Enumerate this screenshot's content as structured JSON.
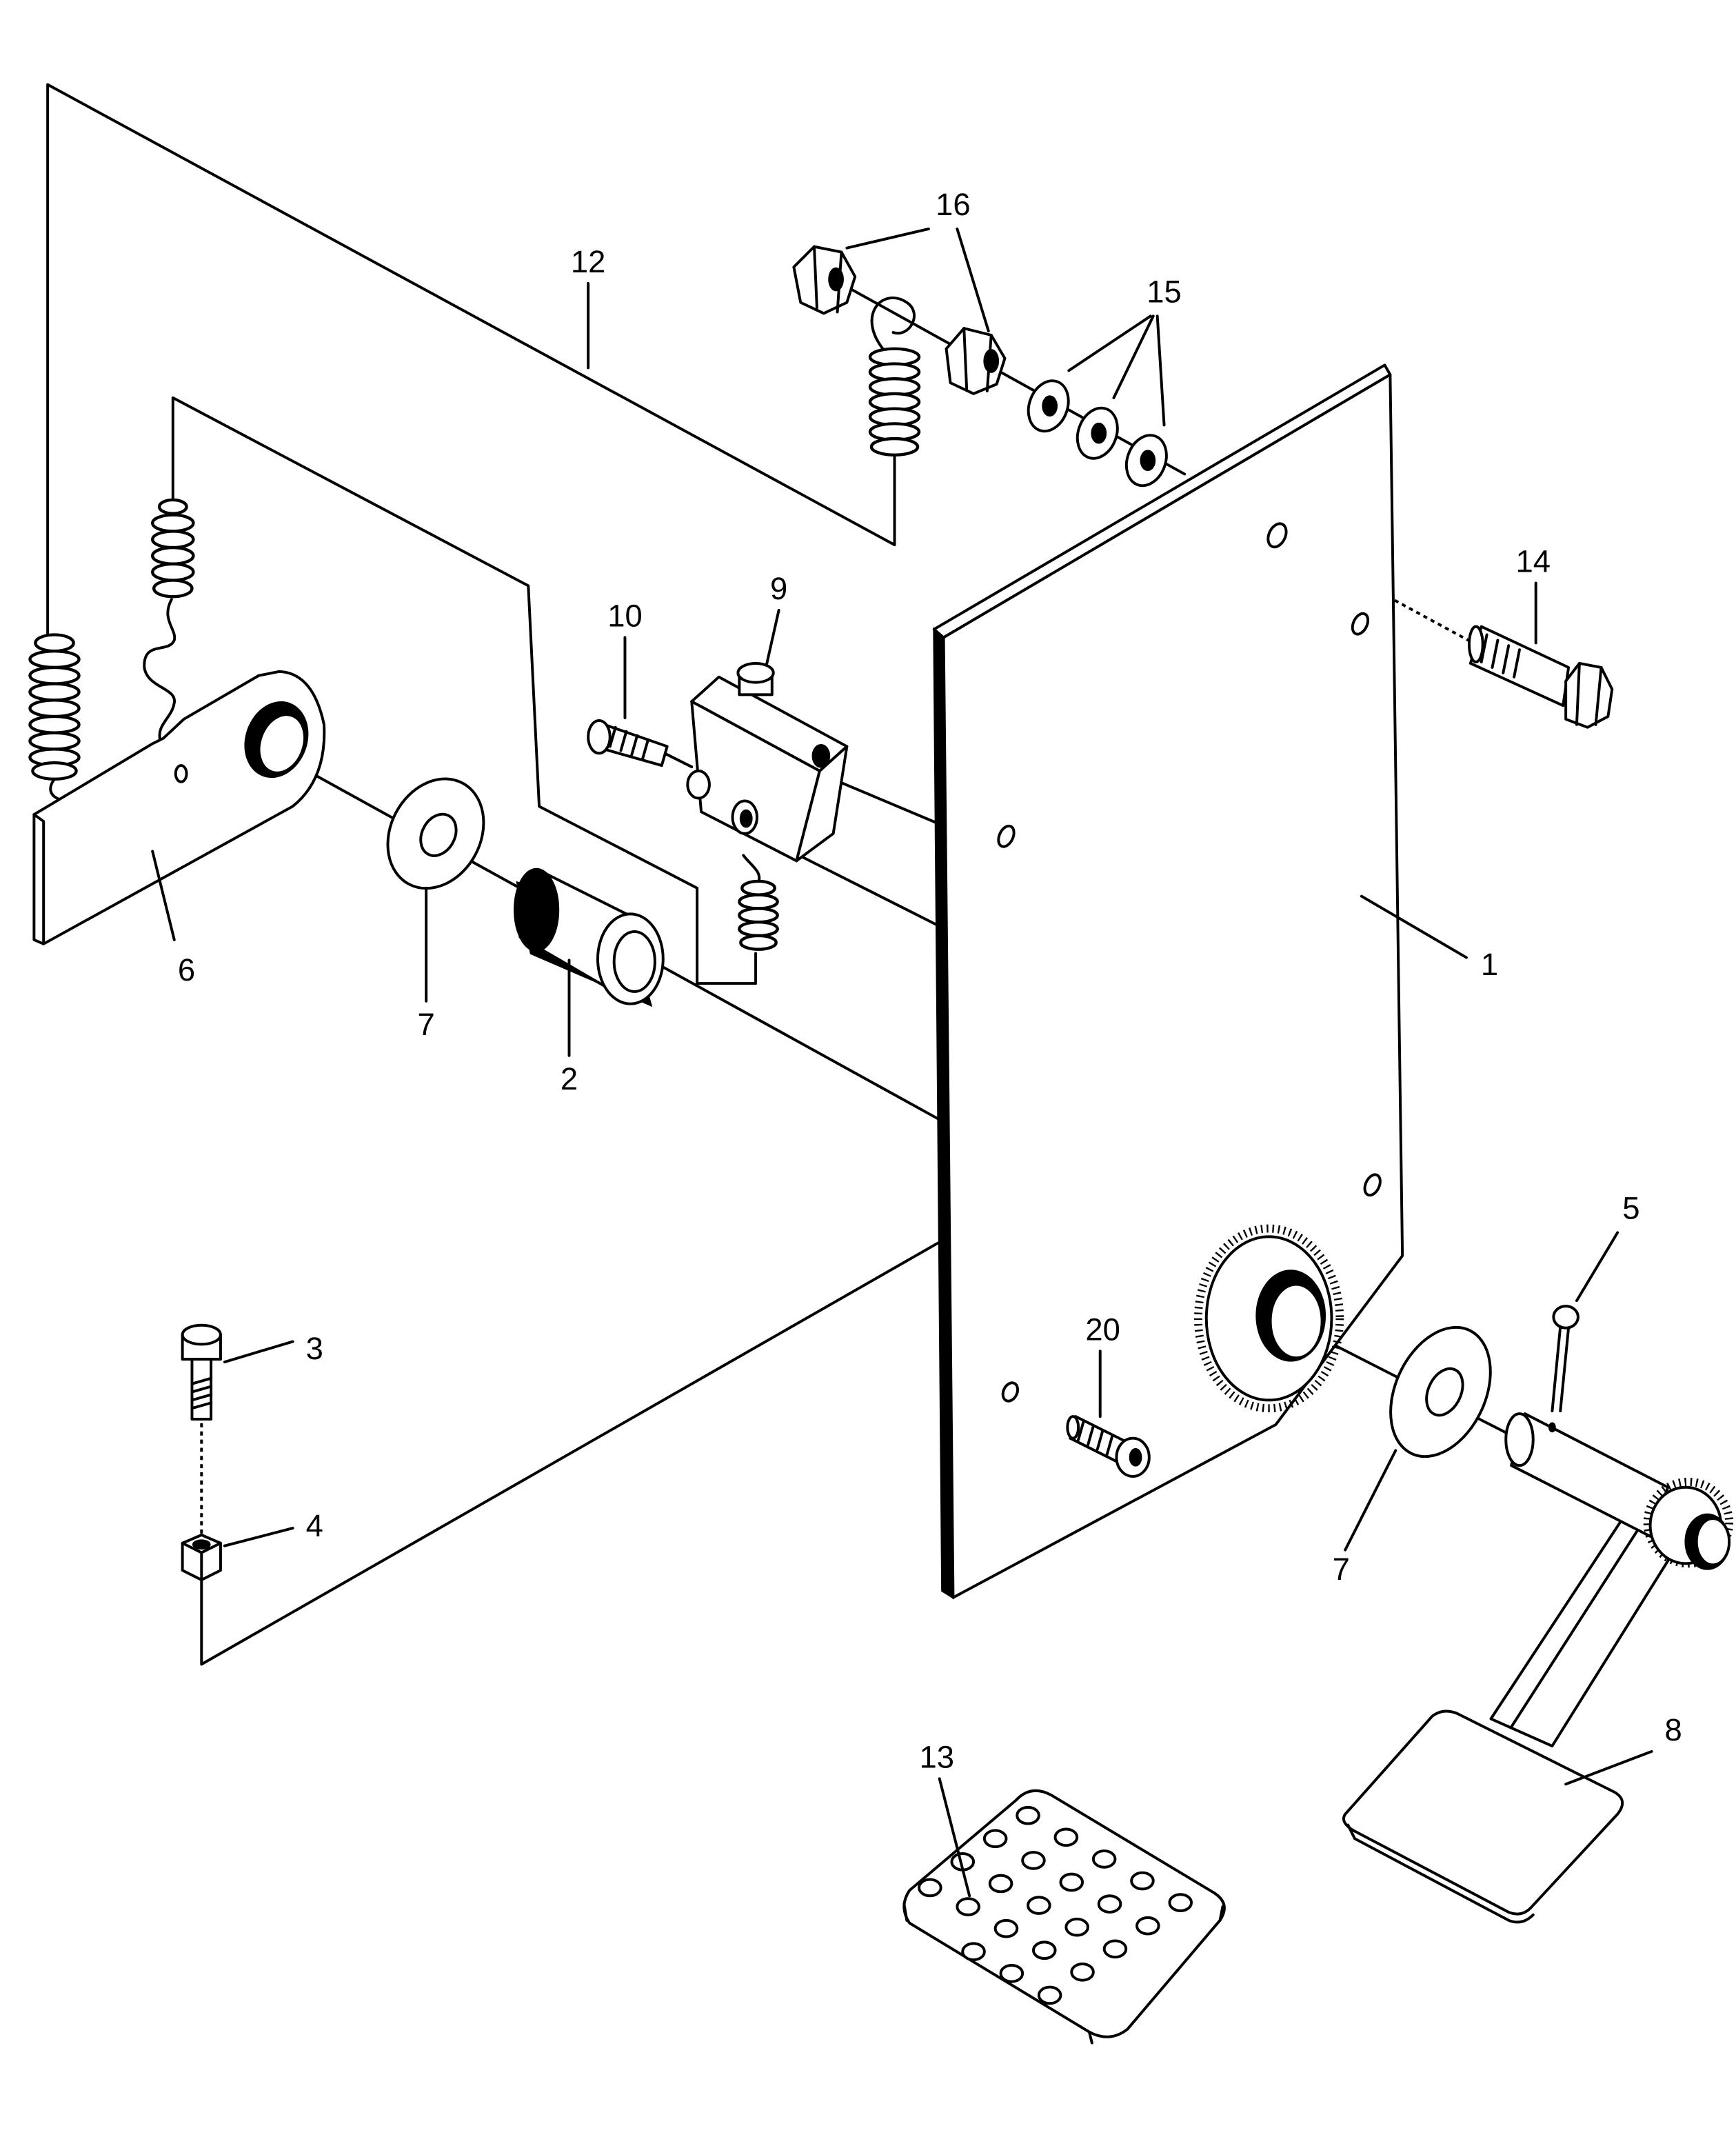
{
  "figure": {
    "callouts": {
      "plate": "1",
      "bushing": "2",
      "bolt": "3",
      "nut": "4",
      "cotter_pin": "5",
      "lever": "6",
      "washer_left": "7",
      "washer_right": "7",
      "pedal": "8",
      "switch": "9",
      "switch_screw": "10",
      "springs": "12",
      "pedal_pad": "13",
      "plate_bolt": "14",
      "washers": "15",
      "nuts": "16",
      "screw": "20"
    }
  }
}
